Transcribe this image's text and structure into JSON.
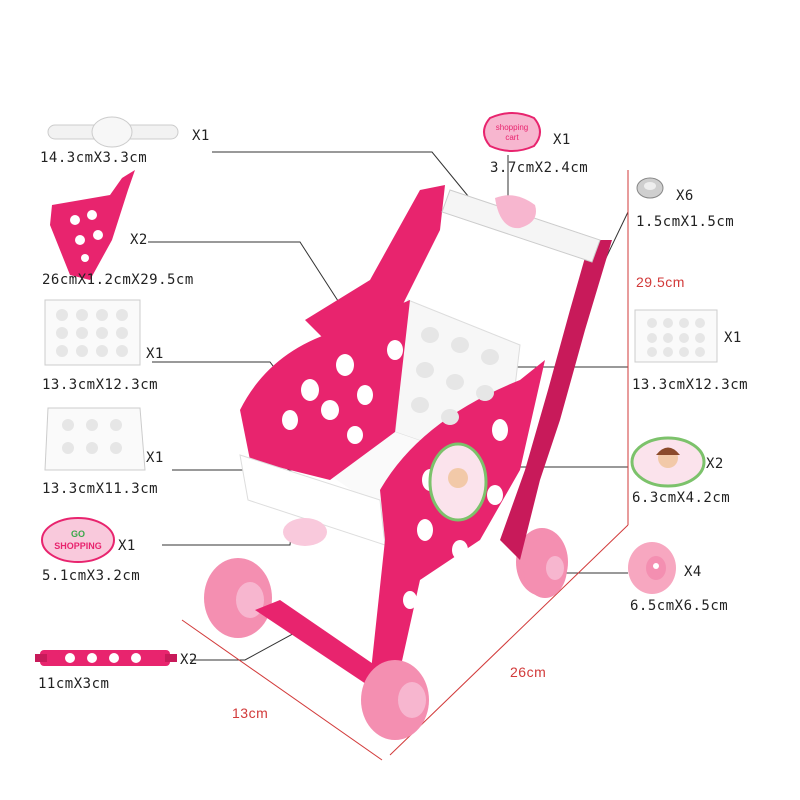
{
  "parts": [
    {
      "id": "handle-bar",
      "qty": "X1",
      "size": "14.3cmX3.3cm"
    },
    {
      "id": "shopping-cart-sticker",
      "qty": "X1",
      "size": "3.7cmX2.4cm",
      "sticker_text": "shopping cart"
    },
    {
      "id": "nut",
      "qty": "X6",
      "size": "1.5cmX1.5cm"
    },
    {
      "id": "side-frame",
      "qty": "X2",
      "size": "26cmX1.2cmX29.5cm"
    },
    {
      "id": "back-panel",
      "qty": "X1",
      "size": "13.3cmX12.3cm"
    },
    {
      "id": "front-panel",
      "qty": "X1",
      "size": "13.3cmX12.3cm"
    },
    {
      "id": "bottom-panel",
      "qty": "X1",
      "size": "13.3cmX11.3cm"
    },
    {
      "id": "girl-sticker",
      "qty": "X2",
      "size": "6.3cmX4.2cm"
    },
    {
      "id": "go-shopping-sticker",
      "qty": "X1",
      "size": "5.1cmX3.2cm",
      "sticker_text": "GO SHOPPING"
    },
    {
      "id": "wheel",
      "qty": "X4",
      "size": "6.5cmX6.5cm"
    },
    {
      "id": "axle-bar",
      "qty": "X2",
      "size": "11cmX3cm"
    }
  ],
  "dimensions": {
    "height": "29.5cm",
    "length": "26cm",
    "width": "13cm"
  },
  "colors": {
    "pink": "#e8246e",
    "dark_pink": "#c81a5a",
    "light_pink": "#f48fb1",
    "white": "#ffffff",
    "accent_red": "#d23a3a"
  }
}
